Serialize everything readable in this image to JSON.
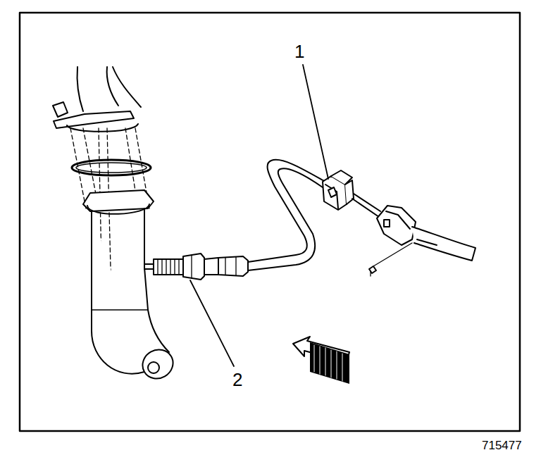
{
  "diagram": {
    "labels": [
      "1",
      "2",
      "715477"
    ]
  }
}
